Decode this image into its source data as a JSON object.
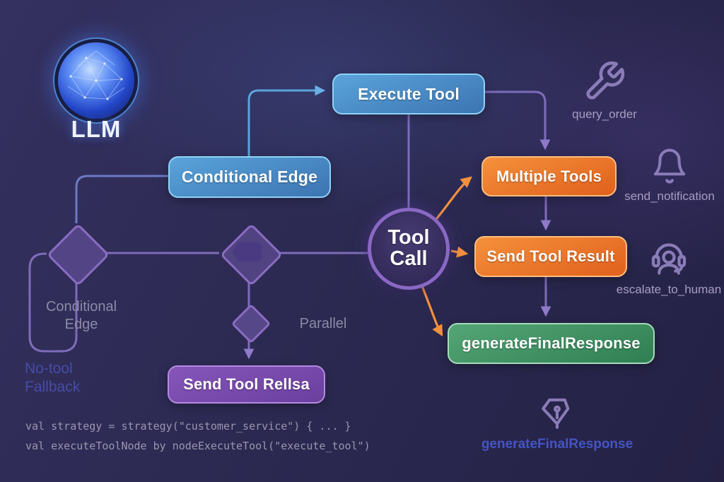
{
  "colors": {
    "blue_node": "#4c8cc8",
    "orange_node": "#ef7a2e",
    "green_node": "#3f8f60",
    "purple_node": "#7a4cae",
    "edge_purple": "#7d6cb8",
    "edge_orange": "#f5913c",
    "edge_blue": "#5aa4dc",
    "background": "#2c2a52"
  },
  "nodes": {
    "llm": {
      "label": "LLM"
    },
    "execute_tool": {
      "label": "Execute Tool"
    },
    "conditional_edge": {
      "label": "Conditional Edge"
    },
    "tool_call": {
      "line1": "Tool",
      "line2": "Call"
    },
    "multiple_tools": {
      "label": "Multiple Tools"
    },
    "send_tool_result": {
      "label": "Send Tool Result"
    },
    "generate_final_response": {
      "label": "generateFinalResponse"
    },
    "send_tool_fallback": {
      "label": "Send Tool Rellsa"
    }
  },
  "labels": {
    "conditional_edge": {
      "line1": "Conditional",
      "line2": "Edge"
    },
    "no_tool_fallback": {
      "line1": "No-tool",
      "line2": "Fallback"
    },
    "parallel": "Parallel"
  },
  "tools": [
    {
      "icon": "wrench-icon",
      "label": "query_order"
    },
    {
      "icon": "bell-icon",
      "label": "send_notification"
    },
    {
      "icon": "headset-icon",
      "label": "escalate_to_human"
    },
    {
      "icon": "quill-icon",
      "label": "generateFinalResponse"
    }
  ],
  "code": {
    "line1": "val strategy = strategy(\"customer_service\") { ... }",
    "line2": "val executeToolNode by nodeExecuteTool(\"execute_tool\")"
  }
}
